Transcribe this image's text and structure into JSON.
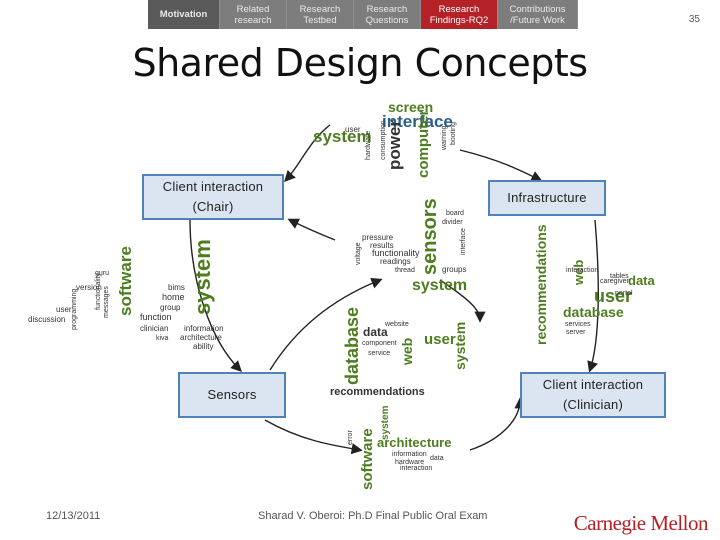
{
  "nav": {
    "tabs": [
      {
        "label": "Motivation"
      },
      {
        "label": "Related\nresearch"
      },
      {
        "label": "Research\nTestbed"
      },
      {
        "label": "Research\nQuestions"
      },
      {
        "label": "Research\nFindings-RQ2"
      },
      {
        "label": "Contributions\n/Future Work"
      }
    ],
    "active_tab": "Research\nFindings-RQ2",
    "tab_color": "#7d7d7d",
    "active_color": "#b42127"
  },
  "slide_number": "35",
  "title": "Shared Design Concepts",
  "boxes": {
    "chair": {
      "line1": "Client interaction",
      "line2": "(Chair)"
    },
    "infrastructure": {
      "line1": "Infrastructure"
    },
    "sensors": {
      "line1": "Sensors"
    },
    "clinician": {
      "line1": "Client interaction",
      "line2": "(Clinician)"
    }
  },
  "box_fill": "#dbe5f1",
  "box_border": "#4f81bd",
  "word_cloud_colors": {
    "green": "#4e7d1f",
    "dark": "#333333",
    "blue": "#2c5f8a"
  },
  "word_clouds": {
    "top": [
      "screen",
      "interface",
      "system",
      "power",
      "computer",
      "user",
      "hardware",
      "consumption",
      "warning",
      "booting"
    ],
    "center": [
      "sensors",
      "system",
      "results",
      "pressure",
      "functionality",
      "readings",
      "thread",
      "groups",
      "voltage",
      "board",
      "divider",
      "interface"
    ],
    "left": [
      "system",
      "software",
      "home",
      "group",
      "function",
      "clinician",
      "information",
      "architecture",
      "ability",
      "kiva",
      "user",
      "discussion",
      "programming",
      "functionality",
      "messages",
      "version",
      "bims",
      "guru"
    ],
    "right": [
      "recommendations",
      "data",
      "user",
      "database",
      "web",
      "interaction",
      "caregiver",
      "services",
      "server",
      "tables",
      "portal"
    ],
    "lower_center": [
      "database",
      "data",
      "user",
      "web",
      "system",
      "website",
      "component",
      "service",
      "recommendations"
    ],
    "bottom": [
      "software",
      "architecture",
      "system",
      "hardware",
      "information",
      "data",
      "interaction",
      "error"
    ]
  },
  "footer": {
    "date": "12/13/2011",
    "presenter": "Sharad V. Oberoi: Ph.D Final Public Oral Exam",
    "logo": "Carnegie Mellon"
  }
}
